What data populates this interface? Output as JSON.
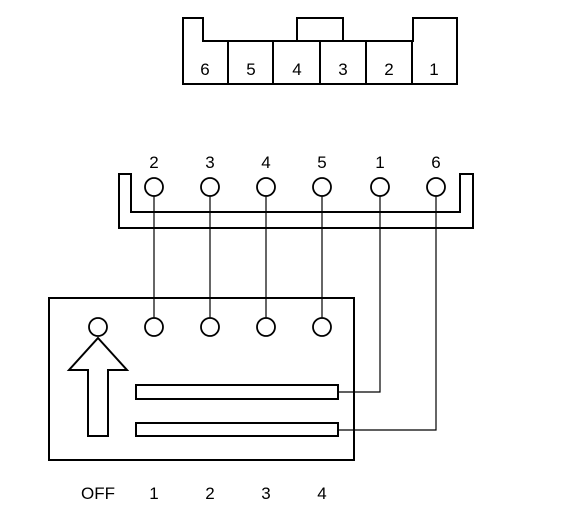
{
  "connector": {
    "cavity_labels": [
      "6",
      "5",
      "4",
      "3",
      "2",
      "1"
    ]
  },
  "terminal_block": {
    "pin_labels": [
      "2",
      "3",
      "4",
      "5",
      "1",
      "6"
    ]
  },
  "switch": {
    "position_labels": [
      "OFF",
      "1",
      "2",
      "3",
      "4"
    ]
  }
}
